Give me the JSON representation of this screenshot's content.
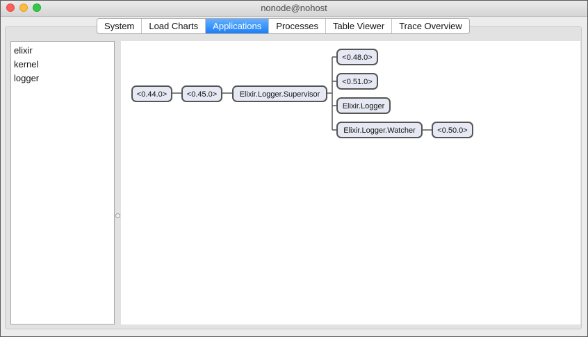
{
  "window": {
    "title": "nonode@nohost"
  },
  "tabs": [
    {
      "label": "System",
      "active": false
    },
    {
      "label": "Load Charts",
      "active": false
    },
    {
      "label": "Applications",
      "active": true
    },
    {
      "label": "Processes",
      "active": false
    },
    {
      "label": "Table Viewer",
      "active": false
    },
    {
      "label": "Trace Overview",
      "active": false
    }
  ],
  "applications": [
    "elixir",
    "kernel",
    "logger"
  ],
  "tree": {
    "nodes": {
      "p44": "<0.44.0>",
      "p45": "<0.45.0>",
      "supervisor": "Elixir.Logger.Supervisor",
      "p48": "<0.48.0>",
      "p51": "<0.51.0>",
      "logger": "Elixir.Logger",
      "watcher": "Elixir.Logger.Watcher",
      "p50": "<0.50.0>"
    }
  },
  "colors": {
    "accent": "#1a7ff6",
    "node_fill": "#e6e9f4",
    "node_border": "#555555"
  }
}
